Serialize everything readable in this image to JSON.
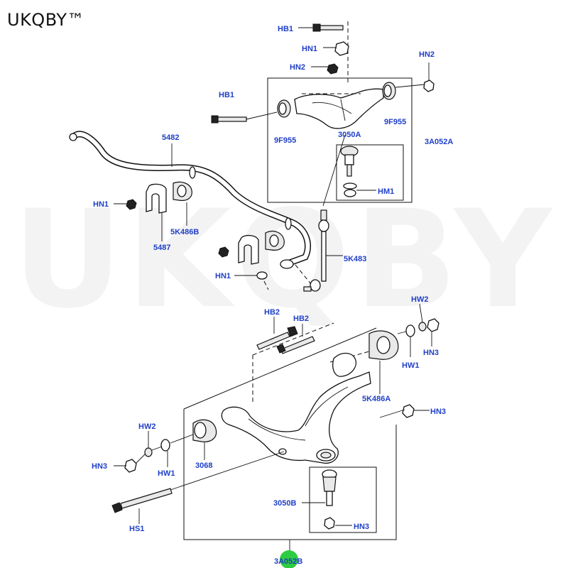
{
  "brand": "UKQBY™",
  "watermark": "UKQBY™",
  "labels": {
    "hb1_top": "HB1",
    "hn1_top": "HN1",
    "hn2_top": "HN2",
    "hn2_right": "HN2",
    "hb1_left": "HB1",
    "p9f955_left": "9F955",
    "p9f955_right": "9F955",
    "p3050a": "3050A",
    "p3a052a": "3A052A",
    "hm1": "HM1",
    "p5482": "5482",
    "hn1_left": "HN1",
    "p5k486b": "5K486B",
    "p5487": "5487",
    "p5k483": "5K483",
    "hn1_mid": "HN1",
    "hw2_right": "HW2",
    "hb2_a": "HB2",
    "hb2_b": "HB2",
    "hn3_right": "HN3",
    "hw1_right": "HW1",
    "p5k486a": "5K486A",
    "hn3_mid": "HN3",
    "hw2_left": "HW2",
    "hn3_left": "HN3",
    "hw1_left": "HW1",
    "p3068": "3068",
    "p3050b": "3050B",
    "hn3_bottom": "HN3",
    "hs1": "HS1",
    "p3a052b": "3A052B"
  },
  "colors": {
    "label": "#1f3fc8",
    "marker": "#2ecc40"
  }
}
